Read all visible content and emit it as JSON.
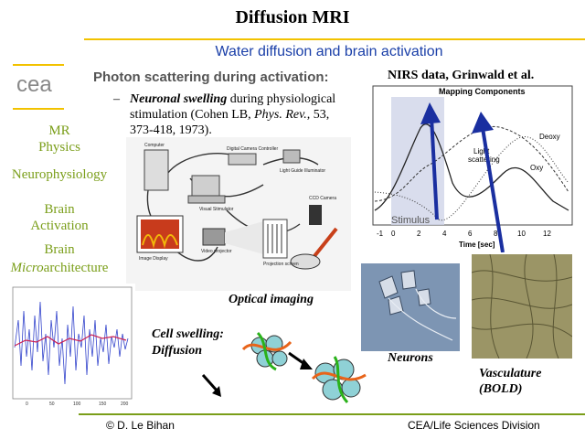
{
  "title": "Diffusion MRI",
  "subtitle": "Water diffusion and brain activation",
  "logo": "cea",
  "sidebar": {
    "mr_physics": "MR\nPhysics",
    "neurophysiology": "Neurophysiology",
    "brain_activation": "Brain\nActivation",
    "brain": "Brain",
    "microarchitecture_prefix": "Micro",
    "microarchitecture_suffix": "architecture"
  },
  "heading": "Photon scattering during activation:",
  "bullet": {
    "dash": "–",
    "emph": "Neuronal swelling",
    "text1": " during physiological stimulation (Cohen LB, ",
    "journal": "Phys. Rev.,",
    "text2": " 53, 373-418, 1973)."
  },
  "setup_labels": {
    "computer": "Computer",
    "digital_camera_controller": "Digital Camera Controller",
    "light_guide": "Light Guide Illuminator",
    "visual_stimulator": "Visual Stimulator",
    "ccd_camera": "CCD Camera",
    "video_projector": "Video projector",
    "image_display": "Image Display",
    "projection_screen": "Projection screen"
  },
  "optical_imaging": "Optical imaging",
  "cell_swelling": "Cell swelling:",
  "diffusion": "Diffusion",
  "nirs": {
    "title": "NIRS data, Grinwald et al.",
    "chart_title": "Mapping Components",
    "deoxy": "Deoxy",
    "oxy": "Oxy",
    "light_scattering": "Light\nscattering",
    "stimulus": "Stimulus",
    "xlabel": "Time [sec]",
    "ticks": [
      "-1",
      "0",
      "2",
      "4",
      "6",
      "8",
      "10",
      "12"
    ]
  },
  "neurons": "Neurons",
  "vasculature": "Vasculature\n(BOLD)",
  "footer": {
    "left": "© D. Le Bihan",
    "right": "CEA/Life Sciences Division"
  },
  "colors": {
    "accent_yellow": "#f2c200",
    "accent_green": "#7a9e19",
    "subtitle_blue": "#1a3fa8",
    "arrow_blue": "#1a2fa0"
  }
}
